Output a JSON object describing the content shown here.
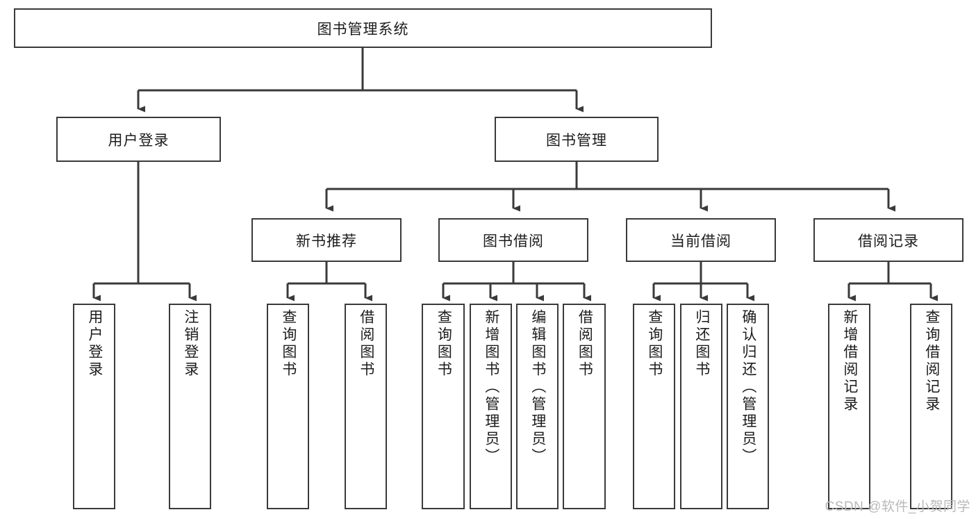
{
  "diagram": {
    "title": "图书管理系统",
    "type": "hierarchy-tree",
    "root": {
      "label": "图书管理系统"
    },
    "level2": [
      {
        "label": "用户登录"
      },
      {
        "label": "图书管理"
      }
    ],
    "level3": [
      {
        "label": "新书推荐"
      },
      {
        "label": "图书借阅"
      },
      {
        "label": "当前借阅"
      },
      {
        "label": "借阅记录"
      }
    ],
    "leaves": {
      "user_login": [
        {
          "label": "用户登录"
        },
        {
          "label": "注销登录"
        }
      ],
      "new_book_recommend": [
        {
          "label": "查询图书"
        },
        {
          "label": "借阅图书"
        }
      ],
      "book_borrow": [
        {
          "label": "查询图书"
        },
        {
          "label": "新增图书（管理员）"
        },
        {
          "label": "编辑图书（管理员）"
        },
        {
          "label": "借阅图书"
        }
      ],
      "current_borrow": [
        {
          "label": "查询图书"
        },
        {
          "label": "归还图书"
        },
        {
          "label": "确认归还（管理员）"
        }
      ],
      "borrow_record": [
        {
          "label": "新增借阅记录"
        },
        {
          "label": "查询借阅记录"
        }
      ]
    }
  },
  "watermark": {
    "text": "CSDN @软件_小贺同学"
  },
  "colors": {
    "border": "#3a3a3a",
    "background": "#ffffff",
    "text": "#1c1c1c",
    "watermark": "#b9b9b9"
  }
}
